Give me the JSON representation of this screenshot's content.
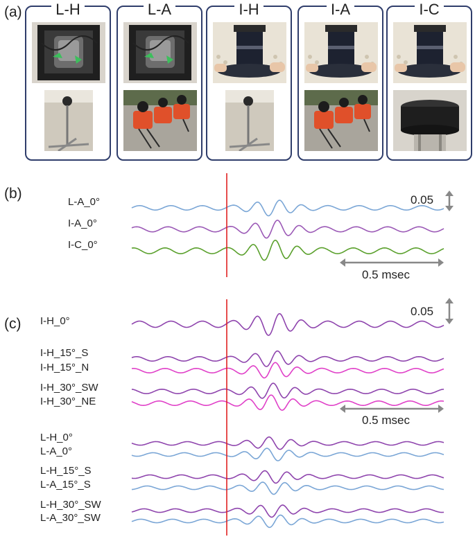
{
  "panels": {
    "a": "(a)",
    "b": "(b)",
    "c": "(c)"
  },
  "cards": [
    {
      "title": "L-H",
      "top_photo": "instrument-box-photo",
      "bottom_photo": "tripod-sensor-photo"
    },
    {
      "title": "L-A",
      "top_photo": "instrument-box-photo",
      "bottom_photo": "three-red-sensors-photo"
    },
    {
      "title": "I-H",
      "top_photo": "cylinder-handheld-photo",
      "bottom_photo": "tripod-sensor-photo"
    },
    {
      "title": "I-A",
      "top_photo": "cylinder-handheld-photo",
      "bottom_photo": "three-red-sensors-photo"
    },
    {
      "title": "I-C",
      "top_photo": "cylinder-handheld-photo",
      "bottom_photo": "black-dome-photo"
    }
  ],
  "panel_b": {
    "traces": [
      {
        "label": "L-A_0°",
        "color": "#7aa6d6",
        "amp": 1.0
      },
      {
        "label": "I-A_0°",
        "color": "#9b59b6",
        "amp": 1.15
      },
      {
        "label": "I-C_0°",
        "color": "#5aa02c",
        "amp": 1.3
      }
    ],
    "scale_amplitude": "0.05",
    "scale_time": "0.5 msec"
  },
  "panel_c": {
    "traces": [
      {
        "label": "I-H_0°",
        "color": "#8e44ad",
        "amp": 1.4
      },
      {
        "label": "I-H_15°_S",
        "color": "#8e44ad",
        "amp": 1.0
      },
      {
        "label": "I-H_15°_N",
        "color": "#e040c8",
        "amp": 1.0
      },
      {
        "label": "I-H_30°_SW",
        "color": "#8e44ad",
        "amp": 1.0
      },
      {
        "label": "I-H_30°_NE",
        "color": "#e040c8",
        "amp": 1.0
      },
      {
        "label": "L-H_0°",
        "color": "#8e44ad",
        "amp": 0.8
      },
      {
        "label": "L-A_0°",
        "color": "#7aa6d6",
        "amp": 0.8
      },
      {
        "label": "L-H_15°_S",
        "color": "#8e44ad",
        "amp": 0.8
      },
      {
        "label": "L-A_15°_S",
        "color": "#7aa6d6",
        "amp": 0.8
      },
      {
        "label": "L-H_30°_SW",
        "color": "#8e44ad",
        "amp": 0.8
      },
      {
        "label": "L-A_30°_SW",
        "color": "#7aa6d6",
        "amp": 0.8
      }
    ],
    "scale_amplitude": "0.05",
    "scale_time": "0.5 msec"
  },
  "colors": {
    "marker_line": "#e02020",
    "scale_arrow": "#888888",
    "card_border": "#2f3d6b"
  }
}
